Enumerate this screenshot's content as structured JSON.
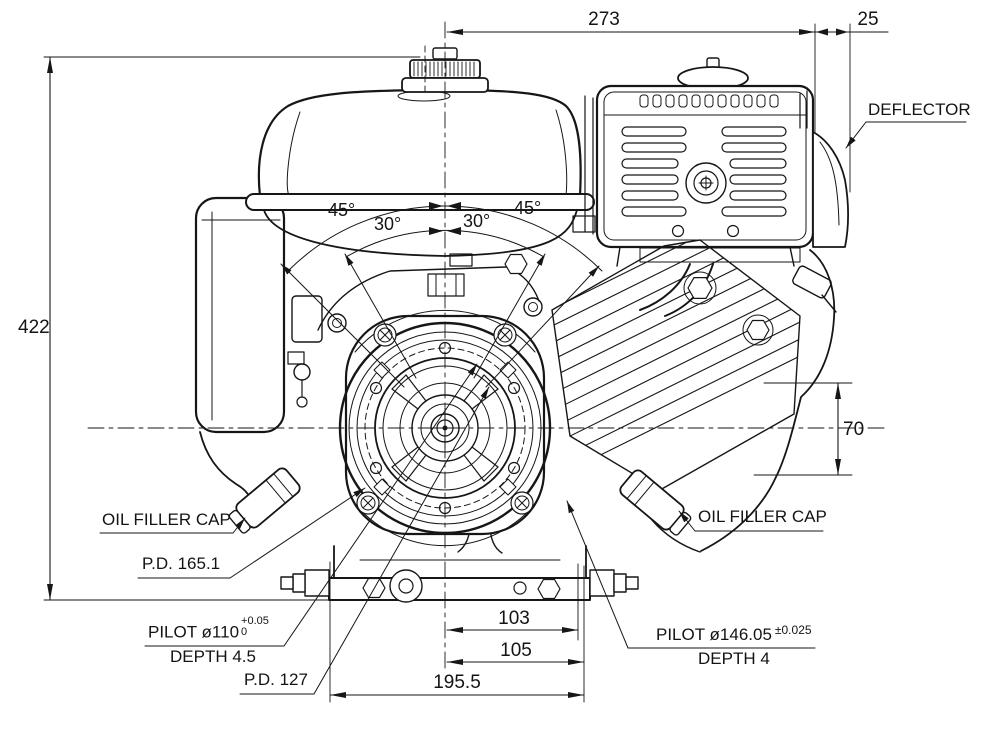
{
  "drawing": {
    "title_hint": "engine outline dimension drawing",
    "bg_color": "#ffffff",
    "ink_color": "#161616",
    "dims": {
      "d273": "273",
      "d25": "25",
      "d422": "422",
      "d70": "70",
      "d103": "103",
      "d105": "105",
      "d195": "195.5"
    },
    "angles": {
      "a45l": "45°",
      "a30l": "30°",
      "a30r": "30°",
      "a45r": "45°"
    },
    "labels": {
      "deflector": "DEFLECTOR",
      "oil_left": "OIL FILLER CAP",
      "oil_right": "OIL FILLER CAP",
      "pd1651": "P.D. 165.1",
      "pilot110": "PILOT ø110",
      "pilot110_tol_up": "+0.05",
      "pilot110_tol_dn": "0",
      "depth45": "DEPTH 4.5",
      "pd127": "P.D. 127",
      "pilot146": "PILOT ø146.05",
      "pilot146_tol": "±0.025",
      "depth4": "DEPTH 4"
    }
  }
}
